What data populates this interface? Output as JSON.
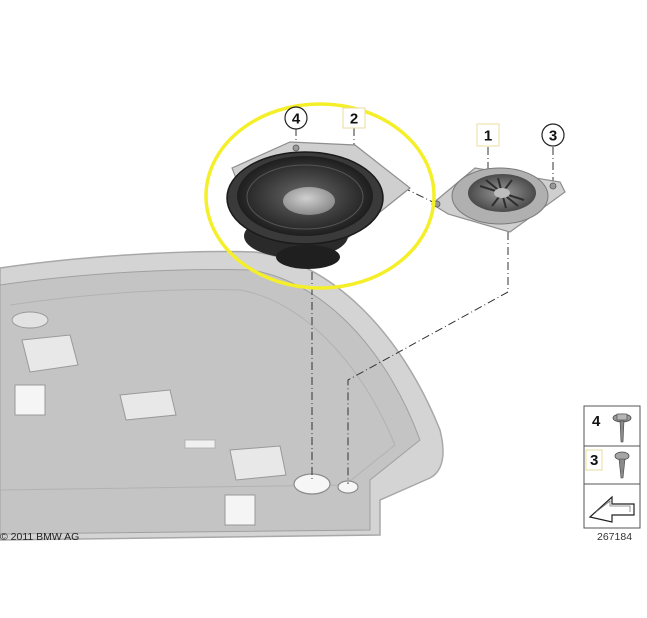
{
  "callouts": {
    "item_1": "1",
    "item_2": "2",
    "item_3": "3",
    "item_4": "4"
  },
  "legend": {
    "row_4": "4",
    "row_3": "3"
  },
  "footer": {
    "copyright": "© 2011 BMW AG",
    "diagram_number": "267184"
  },
  "colors": {
    "highlight": "#f5ef2a",
    "shelf_gray": "#c9c9c9",
    "speaker_dark": "#3a3a3a"
  }
}
